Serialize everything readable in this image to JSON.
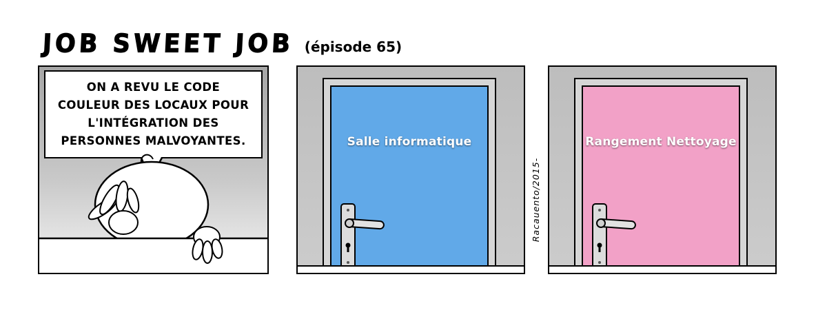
{
  "header": {
    "title": "JOB SWEET JOB",
    "episode": "(épisode 65)"
  },
  "signature": "Racauento/2015-",
  "panel1": {
    "speech_lines": [
      "ON A REVU LE CODE",
      "COULEUR DES LOCAUX POUR",
      "L'INTÉGRATION DES",
      "PERSONNES MALVOYANTES."
    ]
  },
  "panel2": {
    "door_label": "Salle informatique",
    "door_color": "#61a9e8"
  },
  "panel3": {
    "door_label": "Rangement Nettoyage",
    "door_color": "#f2a1c7"
  }
}
